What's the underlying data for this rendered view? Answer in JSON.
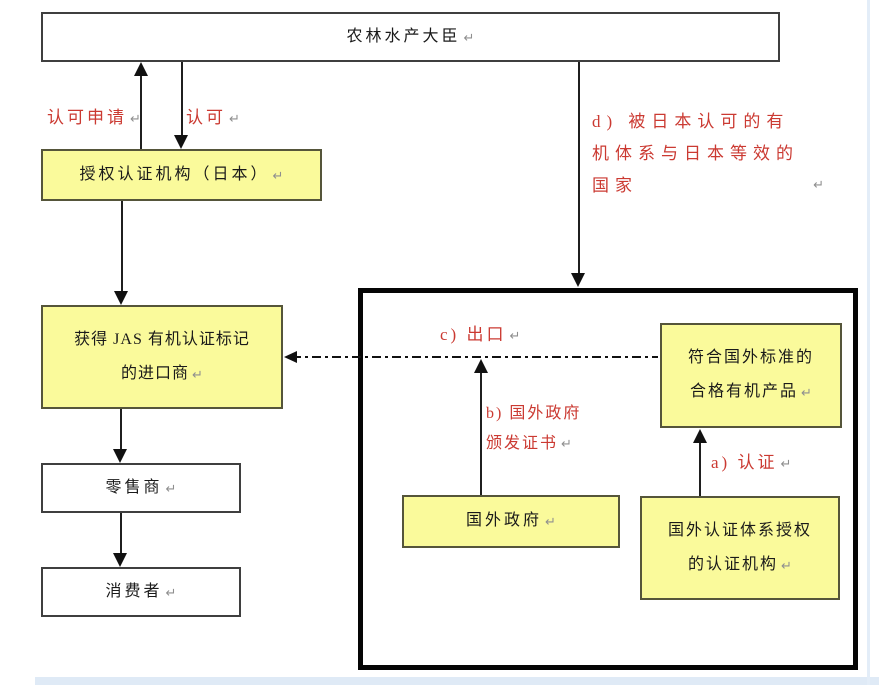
{
  "diagram": {
    "return_mark": "↵",
    "colors": {
      "node_fill_yellow": "#fafa9b",
      "label_red": "#cb3a32",
      "line_black": "#1f1f1f",
      "big_box_border": "#050505",
      "page_edge_blue": "#dfeaf6"
    },
    "nodes": {
      "minister": {
        "label": "农林水产大臣"
      },
      "auth_body": {
        "label": "授权认证机构（日本）"
      },
      "importer": {
        "lines": [
          "获得 JAS 有机认证标记",
          "的进口商"
        ]
      },
      "retailer": {
        "label": "零售商"
      },
      "consumer": {
        "label": "消费者"
      },
      "product": {
        "lines": [
          "符合国外标准的",
          "合格有机产品"
        ]
      },
      "foreign_gov": {
        "label": "国外政府"
      },
      "foreign_cert": {
        "lines": [
          "国外认证体系授权",
          "的认证机构"
        ]
      }
    },
    "edge_labels": {
      "accreditation_application": "认可申请",
      "accreditation": "认可",
      "d_lines": [
        "d) 被日本认可的有",
        "机体系与日本等效的",
        "国家"
      ],
      "c": "c) 出口",
      "b_lines": [
        "b) 国外政府",
        "颁发证书"
      ],
      "a": "a) 认证"
    }
  }
}
